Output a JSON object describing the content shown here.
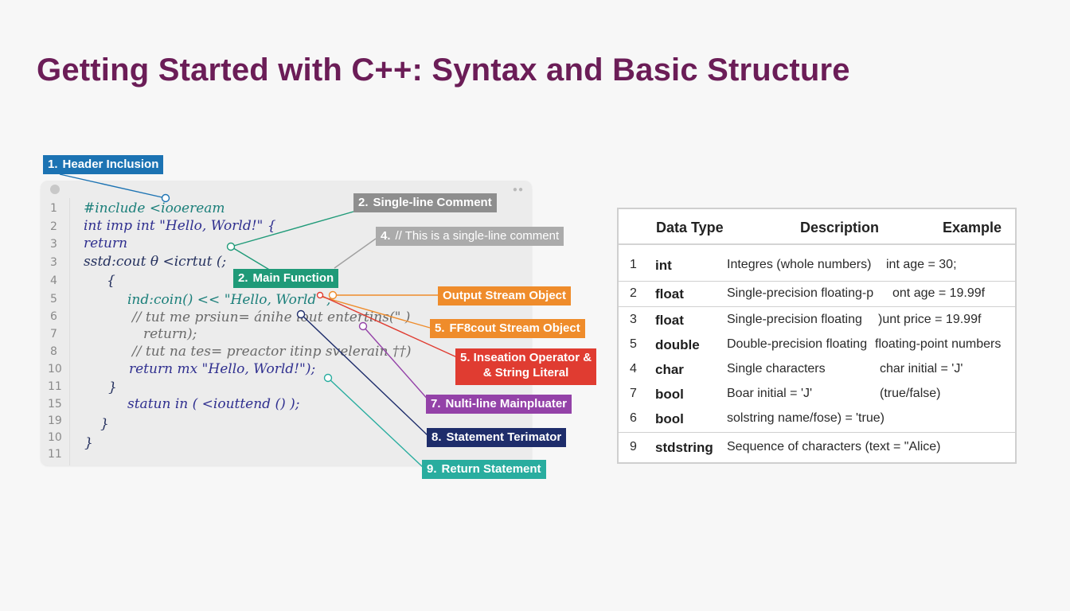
{
  "title": "Getting Started with C++: Syntax and Basic Structure",
  "editor": {
    "dots_icon": "window-dots-icon",
    "line_numbers": [
      "1",
      "2",
      "3",
      "3",
      "4",
      "5",
      "6",
      "7",
      "8",
      "10",
      "11",
      "15",
      "19",
      "10",
      "11"
    ],
    "lines": [
      "#include <iooeream",
      "int imp int \"Hello, World!\" {",
      "return",
      "sstd:cout θ <icrtut (;",
      "{",
      "ind:coin() << \"Hello, World\" ;",
      "// tut me prsiun= ánihe iout entertins(\" )",
      "return);",
      "// tut na tes= preactor itinp svelerain ††)",
      "return mx \"Hello, World!\");",
      "}",
      "statun in ( <iouttend () );",
      "}",
      "}"
    ]
  },
  "labels": {
    "header_inclusion": {
      "num": "1.",
      "text": "Header Inclusion"
    },
    "single_line_comment": {
      "num": "2.",
      "text": "Single-line Comment"
    },
    "comment_example": {
      "num": "4.",
      "text": "// This is a single-line comment"
    },
    "main_function": {
      "num": "2.",
      "text": "Main Function"
    },
    "output_stream": {
      "text": "Output Stream Object"
    },
    "ff8cout": {
      "num": "5.",
      "text": "FF8cout Stream Object"
    },
    "insertion_operator": {
      "line1": "5.  Inseation Operator &",
      "line2": "& String Literal"
    },
    "multi_line": {
      "num": "7.",
      "text": "Nulti-line Mainpluater"
    },
    "statement_terminator": {
      "num": "8.",
      "text": "Statement Terimator"
    },
    "return_statement": {
      "num": "9.",
      "text": "Return Statement"
    }
  },
  "colors": {
    "title": "#6b1d57",
    "blue": "#1c73b3",
    "gray": "#8e8e8e",
    "light_gray": "#ababab",
    "teal_green": "#1f9a78",
    "orange": "#ef8c2b",
    "red": "#e03c31",
    "purple": "#9442a8",
    "navy": "#1e2d6b",
    "teal": "#29ad9f"
  },
  "table": {
    "headers": [
      "Data Type",
      "Description",
      "Example"
    ],
    "rows": [
      {
        "num": "1",
        "type": "int",
        "desc": "Integres (whole numbers)",
        "example": "int age = 30;"
      },
      {
        "num": "2",
        "type": "float",
        "desc": "Single-precision floating-p",
        "example": "ont age = 19.99f"
      },
      {
        "num": "3",
        "type": "float",
        "desc": "Single-precision floating",
        "example": ")unt price = 19.99f"
      },
      {
        "num": "5",
        "type": "double",
        "desc": "Double-precision floating",
        "example": "floating-point numbers"
      },
      {
        "num": "4",
        "type": "char",
        "desc": "Single characters",
        "example": "char initial = 'J'"
      },
      {
        "num": "7",
        "type": "bool",
        "desc": "Boar initial = 'J'",
        "example": "(true/false)"
      },
      {
        "num": "6",
        "type": "bool",
        "desc": "solstring name/fose) =",
        "example": "'true)"
      },
      {
        "num": "9",
        "type": "stdstring",
        "desc": "Sequence of characters (text = \"Alice)",
        "example": ""
      }
    ]
  }
}
